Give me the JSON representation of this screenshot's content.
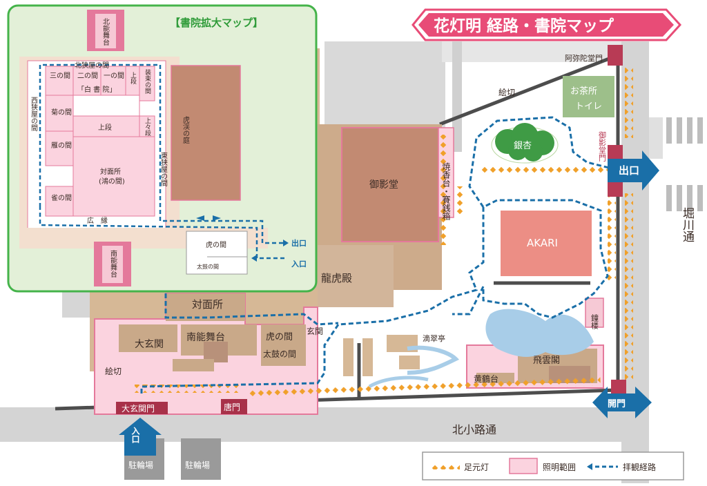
{
  "title": "花灯明 経路・書院マップ",
  "inset": {
    "title": "【書院拡大マップ】",
    "rooms": {
      "kita_noh": "北能舞台",
      "kita_sema": "北狭屋の間",
      "sannoma": "三の間",
      "ninoma": "二の間",
      "ichinoma": "一の間",
      "jodan_small": "上段",
      "soshoku": "装束の間",
      "shiro_shoin": "「白 書 院」",
      "nishi_sema": "西狭屋の間",
      "kiku": "菊の間",
      "jodan": "上段",
      "jodan2": "上々段",
      "gan": "雁の間",
      "higashi_sema": "東狭屋の間",
      "taimensho": "対面所",
      "kou": "(鴻の間)",
      "suzume": "雀の間",
      "hiroen": "広　縁",
      "torakei": "虎渓の庭",
      "tora": "虎の間",
      "taiko": "太鼓の間",
      "minami_noh": "南能舞台"
    },
    "exit": "出口",
    "entrance": "入口"
  },
  "places": {
    "amida_gate": "阿弥陀堂門",
    "shiori": "絵切",
    "ochaya": "お茶所",
    "toilet": "トイレ",
    "ginkgo": "銀杏",
    "goei_gate": "御影堂門",
    "exit": "出口",
    "goeido": "御影堂",
    "shoko": "焼香台・賽銭箱",
    "akari": "AKARI",
    "horikawa": "堀川通",
    "ryukoden": "龍虎殿",
    "shoro": "鐘楼",
    "taimensho": "対面所",
    "minami_noh": "南能舞台",
    "genkan": "玄関",
    "daigenkan": "大玄関",
    "tora": "虎の間",
    "taiko": "太鼓の間",
    "shiori2": "絵切",
    "tekisui": "滴翠亭",
    "hiunkaku": "飛雲閣",
    "kokakudai": "黄鶴台",
    "daigenkan_gate": "大玄関門",
    "karamon": "唐門",
    "kaimon": "開門",
    "kitakoji": "北小路通",
    "entrance": "入口",
    "parking1": "駐輪場",
    "parking2": "駐輪場"
  },
  "legend": {
    "ashimoto": "足元灯",
    "shomei": "照明範囲",
    "route": "拝観経路"
  },
  "colors": {
    "title_pink": "#e84c77",
    "pink_fill": "#fbd3df",
    "pink_stroke": "#e47799",
    "building_tan": "#c9a989",
    "building_brown": "#c28a72",
    "akari": "#ec8e85",
    "route_blue": "#1a6fa8",
    "lamp_orange": "#f0a02a",
    "inset_green": "#e3f0d8",
    "inset_border": "#44b34a",
    "road_gray": "#c8c8c8",
    "dark_gray": "#4d4d4d"
  }
}
